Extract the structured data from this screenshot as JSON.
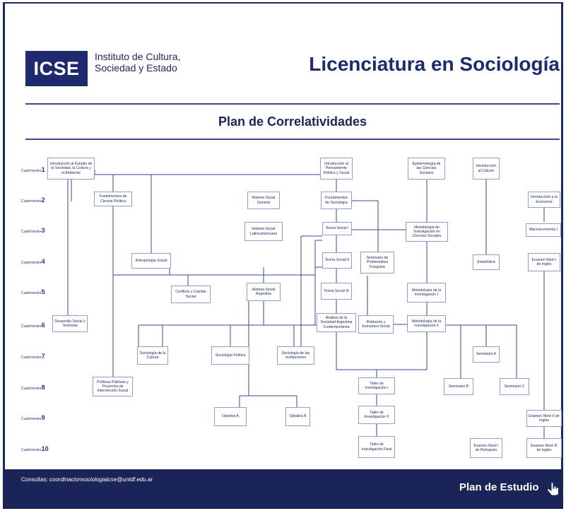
{
  "header": {
    "logo_text": "ICSE",
    "institution_line1": "Instituto de Cultura,",
    "institution_line2": "Sociedad y Estado",
    "career_title": "Licenciatura en Sociología"
  },
  "plan_title": "Plan de Correlatividades",
  "cuatrimestre_label": "Cuatrimestre",
  "cuatrimestres": [
    "1",
    "2",
    "3",
    "4",
    "5",
    "6",
    "7",
    "8",
    "9",
    "10"
  ],
  "courses": {
    "intro_sociedad": "Introducción al Estudio de la Sociedad, la Cultura y el Ambiente",
    "intro_pensamiento": "Introducción al Pensamiento Político y Social",
    "epistemologia": "Epistemología de las Ciencias Sociales",
    "intro_calculo": "Introducción al Cálculo",
    "fund_ciencia_politica": "Fundamentos de Ciencia Política",
    "historia_social_general": "Historia Social General",
    "fund_sociologia": "Fundamentos de Sociología",
    "intro_economia": "Introducción a la Economía",
    "historia_social_latam": "Historia Social Latinoamericana",
    "teoria_social_1": "Teoría Social I",
    "metodologia_cs": "Metodología de Investigación en Ciencias Sociales",
    "macroeconomia": "Macroeconomía I",
    "antropologia": "Antropología Social",
    "teoria_social_2": "Teoría Social II",
    "seminario_fueguina": "Seminario de Problemática Fueguina",
    "estadistica": "Estadística",
    "ingles_1": "Examen Nivel I de Inglés",
    "conflicto": "Conflicto y Cambio Social",
    "historia_argentina": "Historia Social Argentina",
    "teoria_social_3": "Teoría Social III",
    "metodologia_1": "Metodología de la Investigación I",
    "desarrollo": "Desarrollo Social y Territorial",
    "analisis_sociedad": "Análisis de la Sociedad Argentina Contemporánea",
    "poblacion": "Población y Estructura Social",
    "metodologia_2": "Metodología de la Investigación II",
    "sociologia_cultura": "Sociología de la Cultura",
    "sociologia_politica": "Sociología Política",
    "sociologia_instituciones": "Sociología de las Instituciones",
    "seminario_a": "Seminario A",
    "politicas_publicas": "Políticas Públicas y Proyectos de Intervención Social",
    "taller_1": "Taller de Investigación I",
    "seminario_b": "Seminario B",
    "seminario_c": "Seminario C",
    "optativa_a": "Optativa A",
    "optativa_b": "Optativa B",
    "taller_2": "Taller de Investigación II",
    "ingles_2": "Examen Nivel II de Inglés",
    "taller_final": "Taller de Investigación Final",
    "portugues_1": "Examen Nivel I de Portugués",
    "ingles_3": "Examen Nivel III de Inglés"
  },
  "footer": {
    "contact_label": "Consultas:",
    "contact_email": "coordinacionsociologiaicse@untdf.edu.ar",
    "plan_button": "Plan de Estudio"
  },
  "colors": {
    "navy": "#1b2456",
    "brand_blue": "#1f2a6e",
    "line": "#3b4790",
    "node_border": "#8da1cc"
  }
}
